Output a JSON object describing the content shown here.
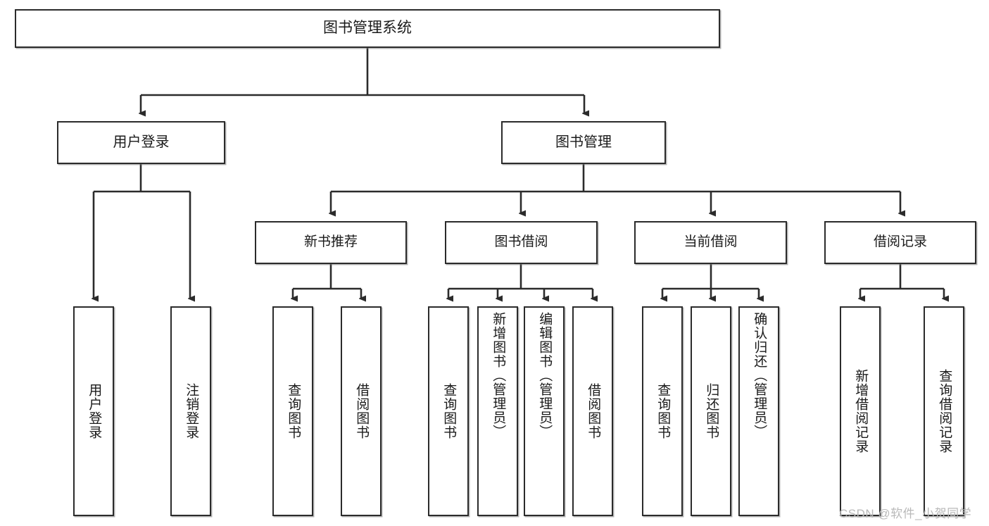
{
  "diagram": {
    "type": "tree-hierarchy",
    "title": "图书管理系统",
    "root": {
      "label": "图书管理系统"
    },
    "level1": [
      {
        "id": "user-login",
        "label": "用户登录"
      },
      {
        "id": "book-management",
        "label": "图书管理"
      }
    ],
    "level2": [
      {
        "id": "new-book-recommend",
        "label": "新书推荐",
        "parent": "book-management"
      },
      {
        "id": "book-borrow",
        "label": "图书借阅",
        "parent": "book-management"
      },
      {
        "id": "current-borrow",
        "label": "当前借阅",
        "parent": "book-management"
      },
      {
        "id": "borrow-record",
        "label": "借阅记录",
        "parent": "book-management"
      }
    ],
    "leaves": {
      "user-login": [
        {
          "id": "leaf-user-login",
          "label": "用户登录"
        },
        {
          "id": "leaf-user-logout",
          "label": "注销登录"
        }
      ],
      "new-book-recommend": [
        {
          "id": "leaf-query-book-1",
          "label": "查询图书"
        },
        {
          "id": "leaf-borrow-book-1",
          "label": "借阅图书"
        }
      ],
      "book-borrow": [
        {
          "id": "leaf-query-book-2",
          "label": "查询图书"
        },
        {
          "id": "leaf-add-book",
          "label": "新增图书（管理员）"
        },
        {
          "id": "leaf-edit-book",
          "label": "编辑图书（管理员）"
        },
        {
          "id": "leaf-borrow-book-2",
          "label": "借阅图书"
        }
      ],
      "current-borrow": [
        {
          "id": "leaf-query-book-3",
          "label": "查询图书"
        },
        {
          "id": "leaf-return-book",
          "label": "归还图书"
        },
        {
          "id": "leaf-confirm-return",
          "label": "确认归还（管理员）"
        }
      ],
      "borrow-record": [
        {
          "id": "leaf-add-record",
          "label": "新增借阅记录"
        },
        {
          "id": "leaf-query-record",
          "label": "查询借阅记录"
        }
      ]
    },
    "watermark": "CSDN @软件_小贺同学",
    "colors": {
      "stroke": "#2b2b2b",
      "fill": "#ffffff",
      "text": "#1a1a1a",
      "watermark": "#b9b9b9"
    }
  }
}
